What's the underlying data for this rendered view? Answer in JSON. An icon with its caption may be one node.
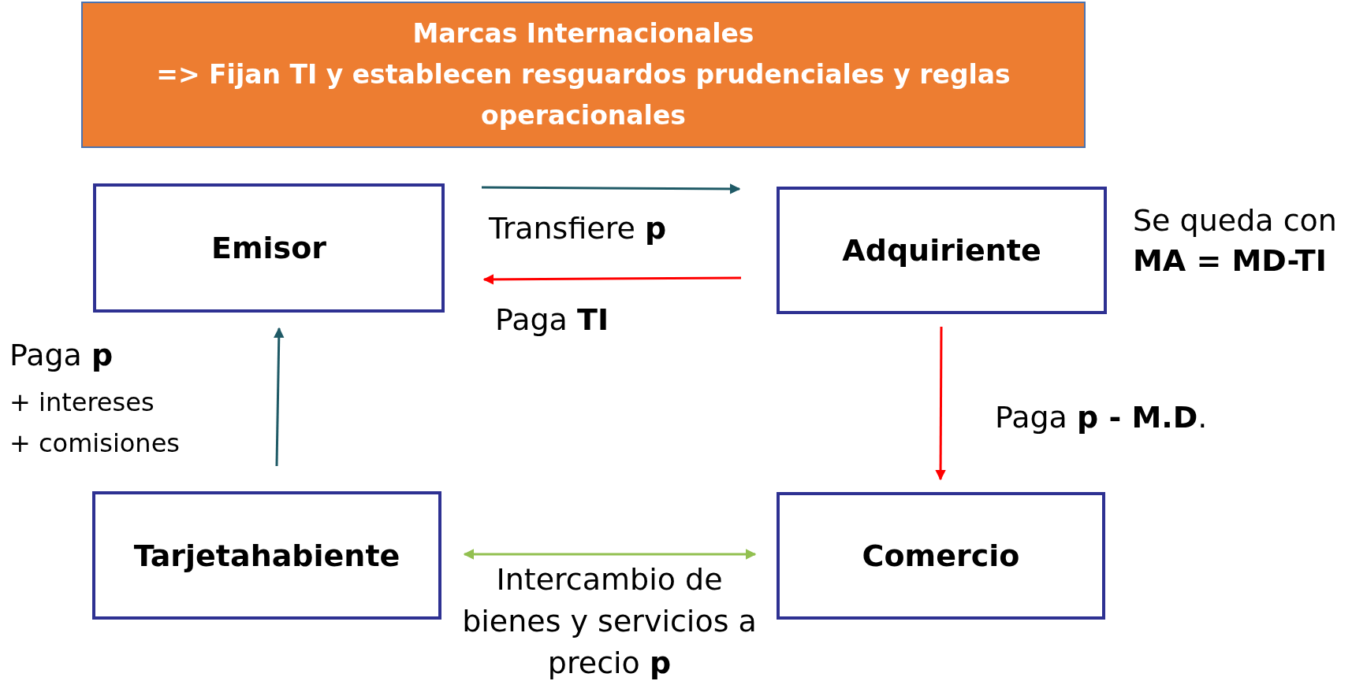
{
  "diagram": {
    "nodes": [
      {
        "text": [
          "Marcas Internacionales",
          "=> Fijan TI y establecen resguardos prudenciales y reglas operacionales"
        ]
      },
      {
        "text": [
          "Emisor"
        ]
      },
      {
        "text": [
          "Adquiriente"
        ],
        "beside": [
          "Se queda con **MA = MD-TI**"
        ]
      },
      {
        "text": [
          "Tarjetahabiente"
        ]
      },
      {
        "text": [
          "Comercio"
        ]
      }
    ],
    "edges": [
      {
        "from": 1,
        "to": 2,
        "arrow": "to",
        "label": "Transfiere **p**",
        "color": "#1f5a66"
      },
      {
        "from": 2,
        "to": 1,
        "arrow": "to",
        "label": "Paga **TI**",
        "color": "#ff0000"
      },
      {
        "from": 3,
        "to": 1,
        "arrow": "to",
        "color": "#1f5a66"
      },
      {
        "from": 2,
        "to": 4,
        "arrow": "to",
        "label": "Paga **p - M.D**.",
        "color": "#ff0000"
      },
      {
        "from": 3,
        "to": 4,
        "arrow": "both",
        "label": "Intercambio de bienes y servicios a precio **p**",
        "color": "#92c050"
      }
    ],
    "labels": [
      "Paga **p**",
      "+ intereses",
      "+ comisiones"
    ]
  }
}
